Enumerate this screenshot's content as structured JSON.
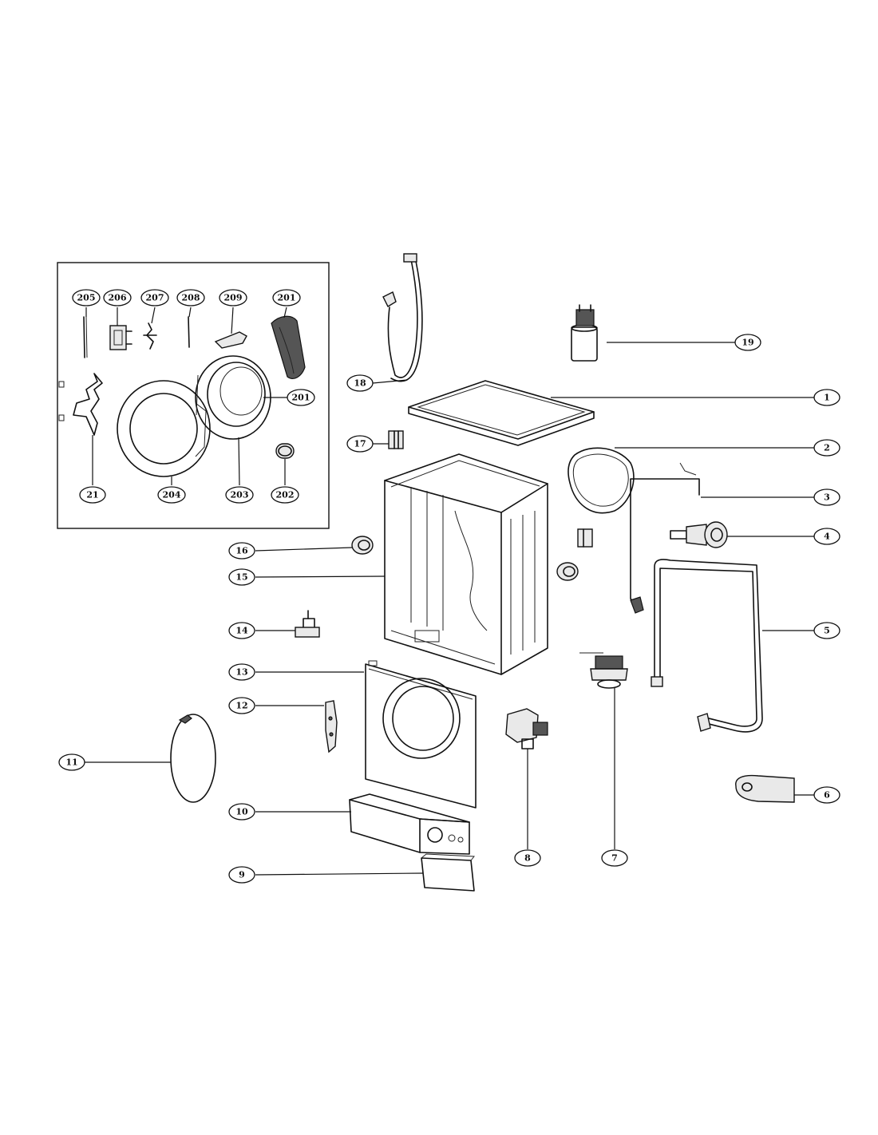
{
  "callouts": [
    {
      "id": "c1",
      "label": "1"
    },
    {
      "id": "c2",
      "label": "2"
    },
    {
      "id": "c3",
      "label": "3"
    },
    {
      "id": "c4",
      "label": "4"
    },
    {
      "id": "c5",
      "label": "5"
    },
    {
      "id": "c6",
      "label": "6"
    },
    {
      "id": "c7",
      "label": "7"
    },
    {
      "id": "c8",
      "label": "8"
    },
    {
      "id": "c9",
      "label": "9"
    },
    {
      "id": "c10",
      "label": "10"
    },
    {
      "id": "c11",
      "label": "11"
    },
    {
      "id": "c12",
      "label": "12"
    },
    {
      "id": "c13",
      "label": "13"
    },
    {
      "id": "c14",
      "label": "14"
    },
    {
      "id": "c15",
      "label": "15"
    },
    {
      "id": "c16",
      "label": "16"
    },
    {
      "id": "c17",
      "label": "17"
    },
    {
      "id": "c18",
      "label": "18"
    },
    {
      "id": "c19",
      "label": "19"
    },
    {
      "id": "c21",
      "label": "21"
    },
    {
      "id": "c201a",
      "label": "201"
    },
    {
      "id": "c201b",
      "label": "201"
    },
    {
      "id": "c202",
      "label": "202"
    },
    {
      "id": "c203",
      "label": "203"
    },
    {
      "id": "c204",
      "label": "204"
    },
    {
      "id": "c205",
      "label": "205"
    },
    {
      "id": "c206",
      "label": "206"
    },
    {
      "id": "c207",
      "label": "207"
    },
    {
      "id": "c208",
      "label": "208"
    },
    {
      "id": "c209",
      "label": "209"
    }
  ]
}
